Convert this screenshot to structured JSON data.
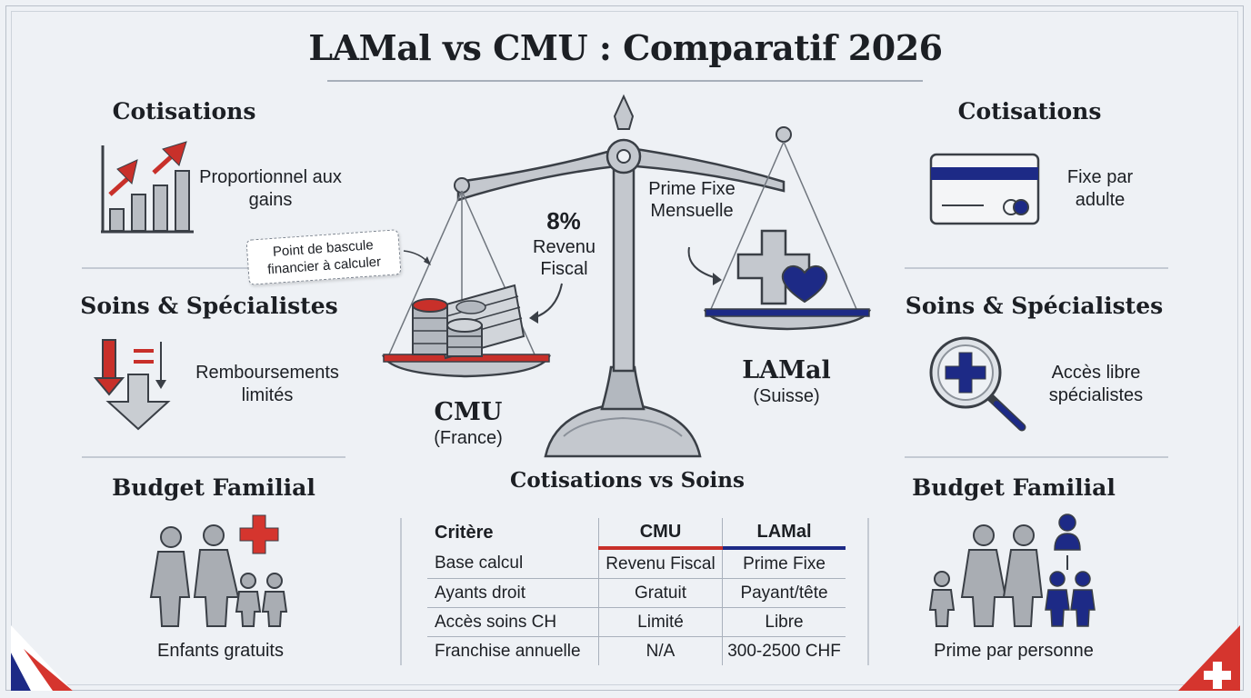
{
  "title": "LAMal vs CMU : Comparatif 2026",
  "left": {
    "cotisations": {
      "heading": "Cotisations",
      "text": "Proportionnel aux gains",
      "icon": "bar-chart-up-icon"
    },
    "soins": {
      "heading": "Soins & Spécialistes",
      "text": "Remboursements limités",
      "icon": "down-arrow-icon"
    },
    "budget": {
      "heading": "Budget Familial",
      "text": "Enfants gratuits",
      "icon": "family-icon"
    }
  },
  "right": {
    "cotisations": {
      "heading": "Cotisations",
      "text": "Fixe par adulte",
      "icon": "card-icon"
    },
    "soins": {
      "heading": "Soins & Spécialistes",
      "text": "Accès libre spécialistes",
      "icon": "magnifier-cross-icon"
    },
    "budget": {
      "heading": "Budget Familial",
      "text": "Prime par personne",
      "icon": "family-icon"
    }
  },
  "balance": {
    "callout": "Point de bascule financier à calculer",
    "cmu_rate": "8%",
    "cmu_rate_sub": "Revenu Fiscal",
    "lamal_note": "Prime Fixe Mensuelle",
    "cmu_name": "CMU",
    "cmu_country": "(France)",
    "lamal_name": "LAMal",
    "lamal_country": "(Suisse)"
  },
  "table": {
    "heading": "Cotisations vs Soins",
    "headers": [
      "Critère",
      "CMU",
      "LAMal"
    ],
    "rows": [
      [
        "Base calcul",
        "Revenu Fiscal",
        "Prime Fixe"
      ],
      [
        "Ayants droit",
        "Gratuit",
        "Payant/tête"
      ],
      [
        "Accès soins CH",
        "Limité",
        "Libre"
      ],
      [
        "Franchise annuelle",
        "N/A",
        "300-2500 CHF"
      ]
    ]
  },
  "colors": {
    "red": "#c8302a",
    "navy": "#1d2a86",
    "gray": "#9ea3aa"
  }
}
